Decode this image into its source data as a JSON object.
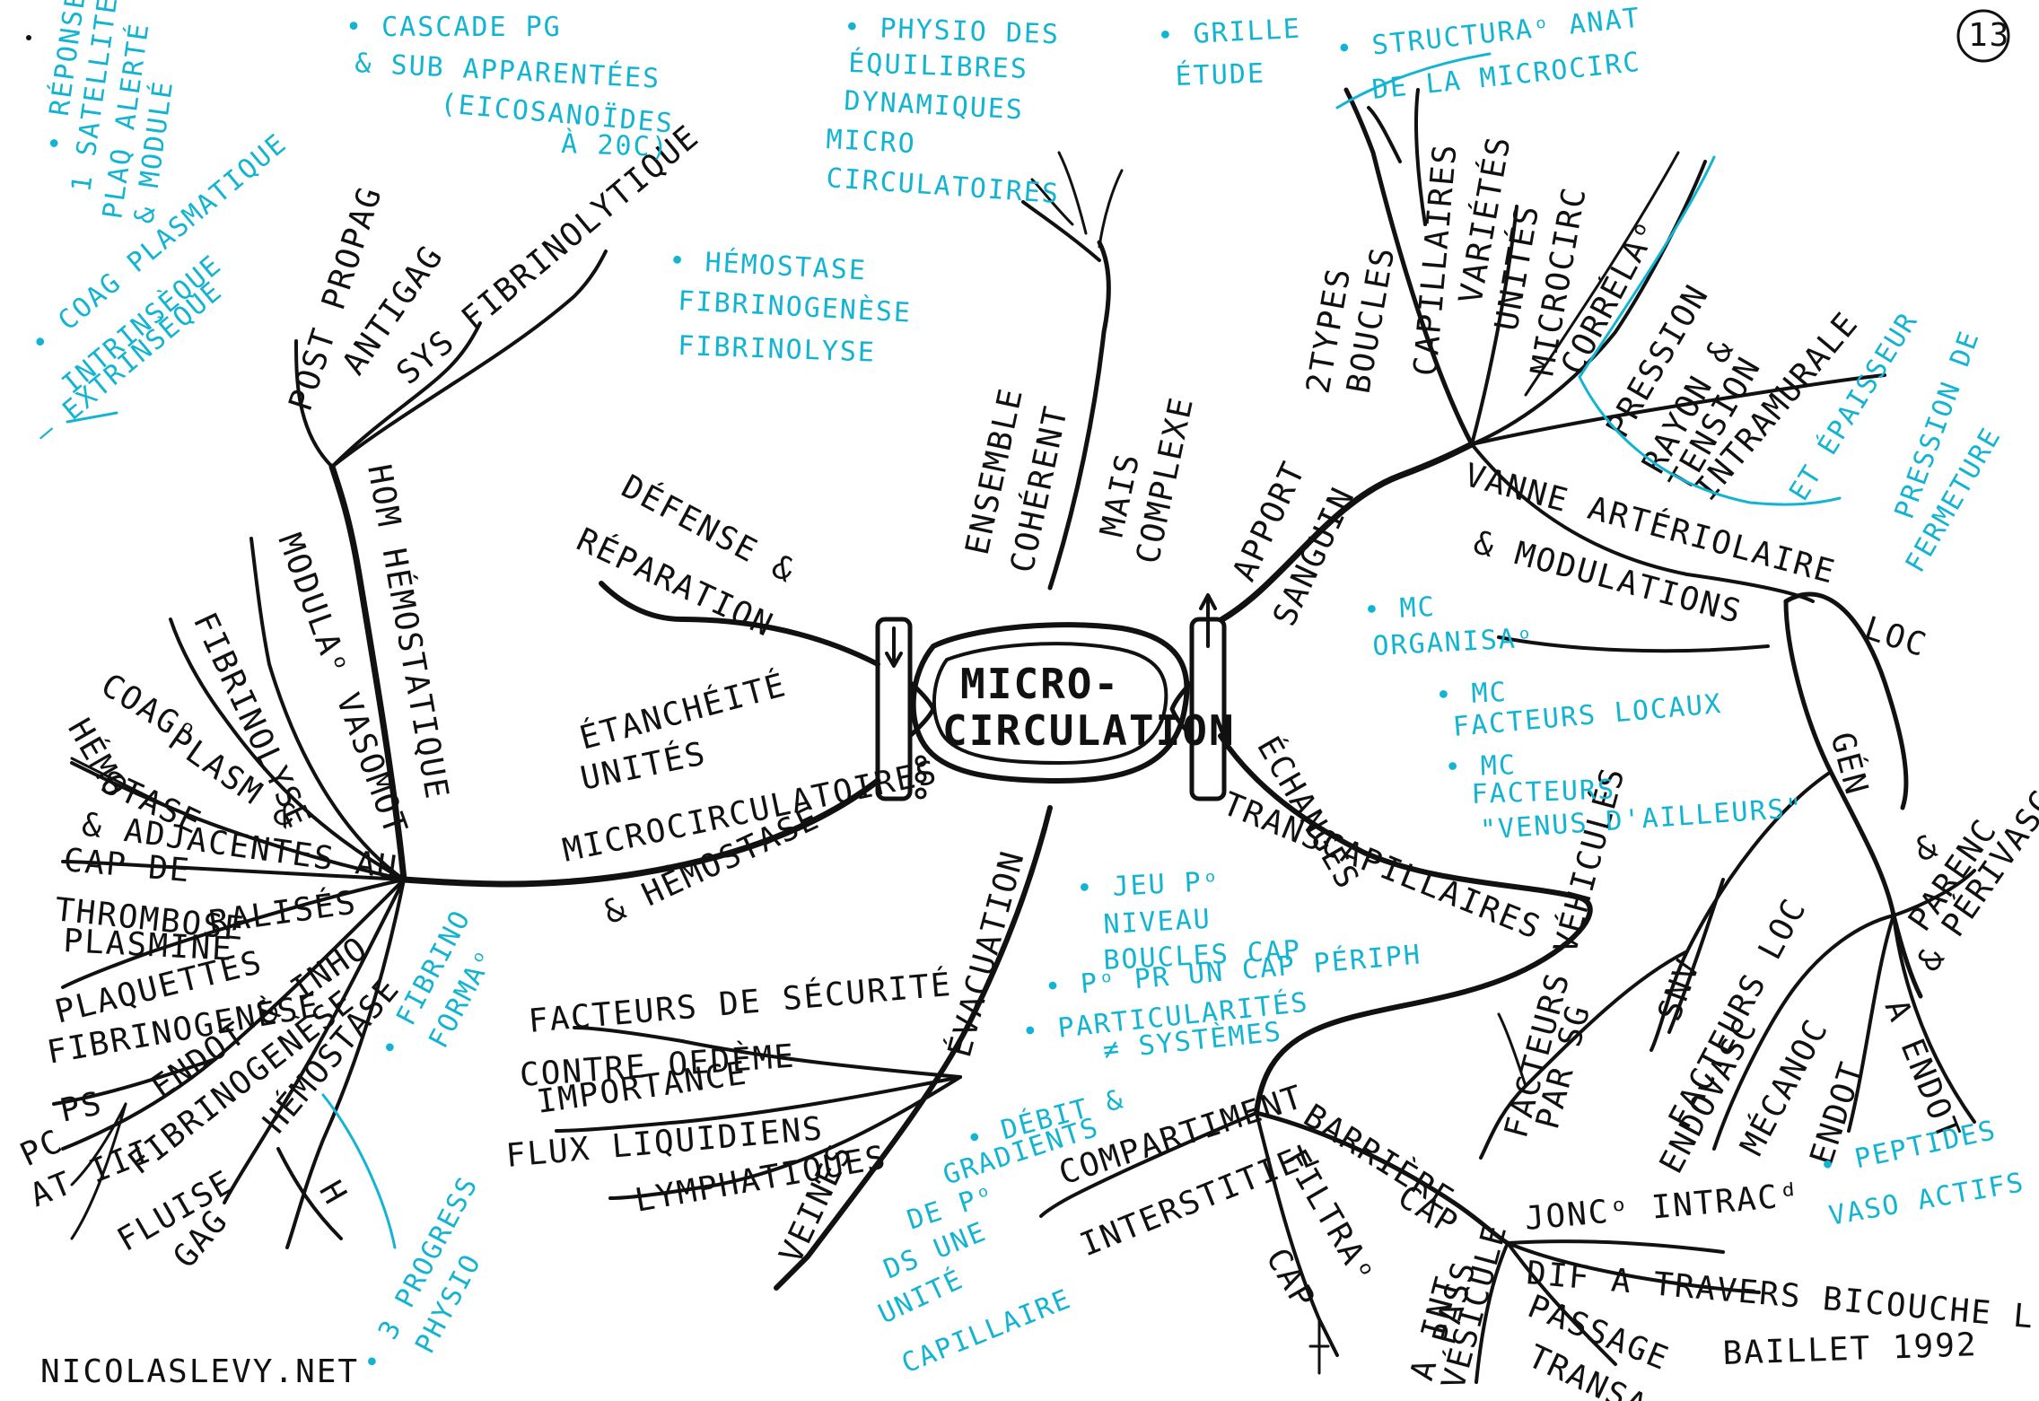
{
  "colors": {
    "ink": "#111111",
    "note": "#12b4d2",
    "paper": "#ffffff"
  },
  "page_number": "13",
  "center": {
    "line1": "MICRO-",
    "line2": "CIRCULATION"
  },
  "branches": {
    "apport": "APPORT",
    "sanguin": "SANGUIN",
    "types_boucles_1": "2TYPES",
    "types_boucles_2": "BOUCLES",
    "capillaires": "CAPILLAIRES",
    "varietes_1": "VARIÉTÉS",
    "varietes_2": "UNITÉS",
    "varietes_3": "MICROCIRC",
    "correla": "CORRÉLAᵒ",
    "pression_1": "PRESSION",
    "pression_2": "RAYON &",
    "pression_3": "TENSION",
    "pression_4": "INTRAMURALE",
    "vanne_1": "VANNE ARTÉRIOLAIRE",
    "vanne_2": "& MODULATIONS",
    "loc": "LOC",
    "gen": "GÉN",
    "facteurs_vehicules_1": "FACTEURS VÉHICULÉS",
    "facteurs_vehicules_2": "PAR SG",
    "snv": "SNV",
    "facteurs_loc_1": "FACTEURS LOC",
    "facteurs_loc_2": "ENDOVASC",
    "facteurs_loc_3": "MÉCANOC",
    "endot_small": "ENDOT",
    "amp_gen": "&",
    "parenc_1": "PARENC",
    "parenc_2": "& PÉRIVASC",
    "parenc_3": "A ENDOT",
    "echanges_1": "ÉCHANGES",
    "echanges_2": "TRANSCAPILLAIRES",
    "comp_1": "COMPARTIMENT",
    "comp_2": "INTERSTITIEL",
    "barriere_1": "BARRIÈRE",
    "barriere_2": "CAP",
    "filtra": "FILTRAᵒ",
    "cap": "CAP",
    "jonc": "JONCᵒ INTRACᵈ",
    "dif": "DIF A TRAVERS BICOUCHE L",
    "passage": "PASSAGE",
    "transa": "TRANSA",
    "pass_vesic_1": "PASS",
    "pass_vesic_2": "A INT",
    "pass_vesic_3": "VÉSICULE",
    "ensemble_1": "ENSEMBLE",
    "ensemble_2": "COHÉRENT",
    "mais_1": "MAIS",
    "mais_2": "COMPLEXE",
    "defense_1": "DÉFENSE &",
    "defense_2": "RÉPARATION",
    "etan_1": "ÉTANCHÉITÉ",
    "etan_2": "UNITÉS",
    "etan_3": "MICROCIRCULATOIRES",
    "etan_4": "& HÉMOSTASE",
    "evacuation": "ÉVACUATION",
    "facteurs_securite": "FACTEURS DE SÉCURITÉ",
    "contre_oedeme": "CONTRE OEDÈME",
    "importance": "IMPORTANCE",
    "flux": "FLUX LIQUIDIENS",
    "lymphatiques": "LYMPHATIQUES",
    "veines": "VEINES",
    "hom_hemostatique": "HOM HÉMOSTATIQUE",
    "post_propag": "POST PROPAG",
    "antigag": "ANTIGAG",
    "sys_fibrino": "SYS FIBRINOLYTIQUE",
    "modula": "MODULAᵒ VASOMOT",
    "fibrinolyse": "FIBRINOLYSE",
    "coag_1": "COAGᵒ",
    "coag_2": "PLASM &",
    "hemostase_1": "HÉMO",
    "hemostase_2": "STASE",
    "adjacentes": "& ADJACENTES AU",
    "cap_de": "CAP DE",
    "thrombo": "THROMBOSE",
    "plasmine": "PLASMINE",
    "plaquettes_1": "PLAQUETTES",
    "plaquettes_2": "RALISÉS",
    "fibrinogenese": "FIBRINOGENÈSE",
    "endot_inh": "ENDOT & INHO",
    "fibrinogenese_2": "FIBRINOGENÈSE",
    "hemostase_l": "HÉMOSTASE",
    "ps": "PS",
    "pc": "PC",
    "at": "AT III",
    "fluise": "FLUISE",
    "gag": "GAG",
    "h": "H"
  },
  "notes": {
    "reponses_1": "• RÉPONSES",
    "reponses_2": "1 SATELLITE",
    "reponses_3": "PLAQ ALERTÉ",
    "reponses_4": "& MODULÉ",
    "coag_1": "• COAG PLASMATIQUE",
    "coag_2": "INTRINSÈQUE",
    "extrinseque": "— EXTRINSÈQUE",
    "cascade_1": "• CASCADE PG",
    "cascade_2": "& SUB APPARENTÉES",
    "cascade_3": "(EICOSANOÏDES",
    "cascade_4": "À 20C)",
    "physio_1": "• PHYSIO DES",
    "physio_2": "ÉQUILIBRES",
    "physio_3": "DYNAMIQUES",
    "physio_4": "MICRO",
    "physio_5": "CIRCULATOIRES",
    "grille_1": "• GRILLE",
    "grille_2": "ÉTUDE",
    "structura_1": "• STRUCTURAᵒ ANAT",
    "structura_2": "DE LA MICROCIRC",
    "hemostase_1": "• HÉMOSTASE",
    "hemostase_2": "FIBRINOGENÈSE",
    "hemostase_3": "FIBRINOLYSE",
    "et_epaisseur_1": "ET ÉPAISSEUR",
    "pression_fermeture_1": "PRESSION DE",
    "pression_fermeture_2": "FERMETURE",
    "mc_org_1": "• MC",
    "mc_org_2": "ORGANISAᵒ",
    "mc_locaux_1": "• MC",
    "mc_locaux_2": "FACTEURS LOCAUX",
    "mc_ailleurs_1": "• MC",
    "mc_ailleurs_2": "FACTEURS",
    "mc_ailleurs_3": "\"VENUS D'AILLEURS\"",
    "jeu_1": "• JEU Pᵒ",
    "jeu_2": "NIVEAU",
    "jeu_3": "BOUCLES CAP",
    "po_1": "• Pᵒ PR UN CAP PÉRIPH",
    "part_1": "• PARTICULARITÉS",
    "part_2": "≠ SYSTÈMES",
    "debit_1": "• DÉBIT &",
    "debit_2": "GRADIENTS",
    "debit_3": "DE Pᵒ",
    "debit_4": "DS UNE",
    "debit_5": "UNITÉ",
    "debit_6": "CAPILLAIRE",
    "fibrino_forma_1": "• FIBRINO",
    "fibrino_forma_2": "FORMAᵒ",
    "progressions_1": "• 3 PROGRESS",
    "progressions_2": "PHYSIO",
    "peptides_1": "• PEPTIDES",
    "peptides_2": "VASO ACTIFS"
  },
  "footer": {
    "site": "NICOLASLEVY.NET",
    "credit": "BAILLET 1992"
  }
}
